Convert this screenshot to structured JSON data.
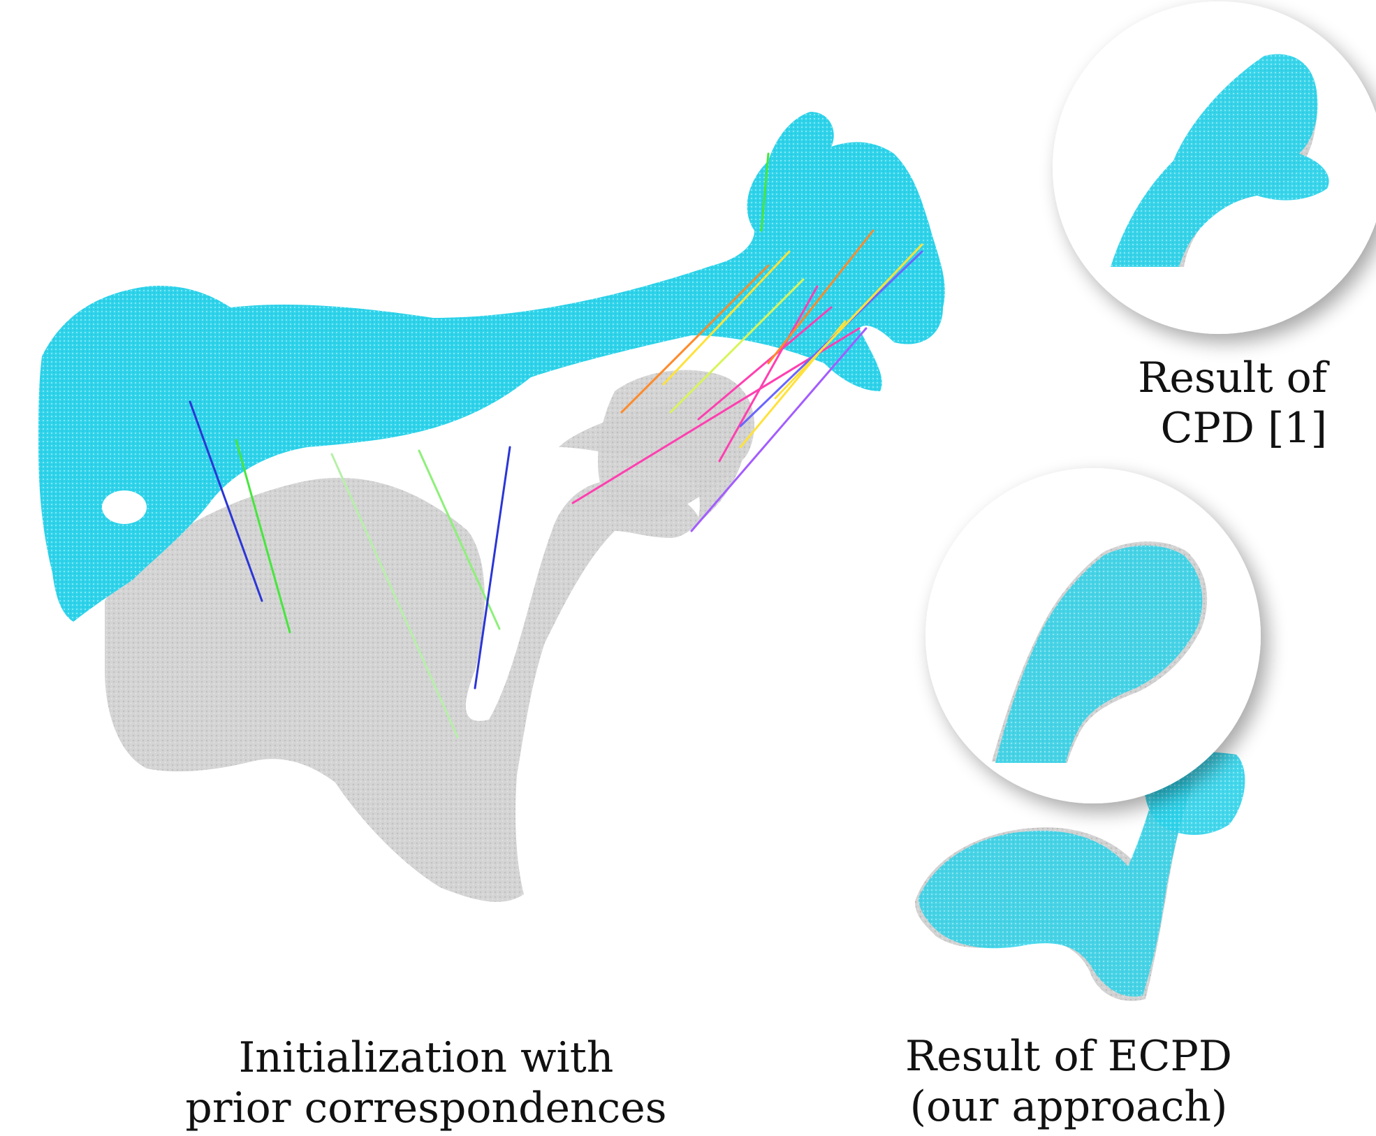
{
  "captions": {
    "initialization": {
      "line1": "Initialization with",
      "line2": "prior correspondences"
    },
    "ecpd_result": {
      "line1": "Result of ECPD",
      "line2": "(our approach)"
    },
    "cpd_result": {
      "line1": "Result of",
      "line2": "CPD [1]"
    }
  },
  "colors": {
    "source_cloud": "#2fd3ea",
    "target_cloud": "#cfcfcf",
    "correspondence_lines": [
      "#2b35d6",
      "#46e63c",
      "#b6f0a8",
      "#ff8a2a",
      "#ffe23a",
      "#ff3fb0",
      "#a35cff",
      "#d8f55a",
      "#6a66ff"
    ]
  }
}
